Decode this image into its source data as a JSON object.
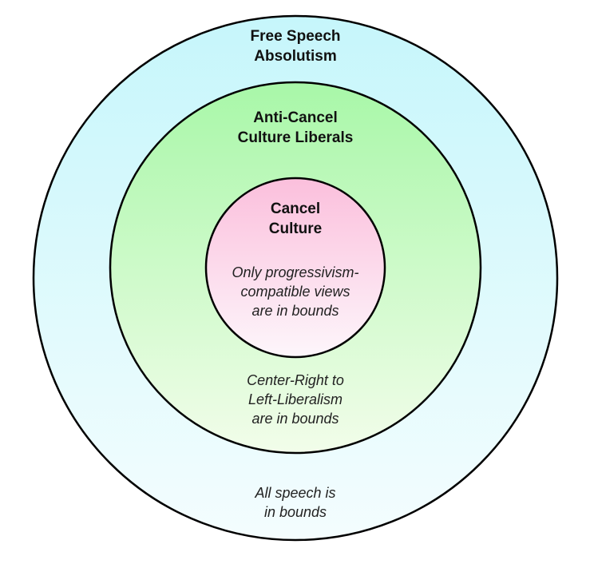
{
  "rings": [
    {
      "id": "outer",
      "title_lines": [
        "Free Speech",
        "Absolutism"
      ],
      "desc_lines": [
        "All speech is",
        "in bounds"
      ],
      "gradient_top": "#c6f6fb",
      "gradient_bottom": "#f4fdfe"
    },
    {
      "id": "middle",
      "title_lines": [
        "Anti-Cancel",
        "Culture Liberals"
      ],
      "desc_lines": [
        "Center-Right to",
        "Left-Liberalism",
        "are in bounds"
      ],
      "gradient_top": "#a8f7a8",
      "gradient_bottom": "#f2fdea"
    },
    {
      "id": "inner",
      "title_lines": [
        "Cancel",
        "Culture"
      ],
      "desc_lines": [
        "Only progressivism-",
        "compatible views",
        "are in bounds"
      ],
      "gradient_top": "#fbbfdc",
      "gradient_bottom": "#fdf6fb"
    }
  ]
}
